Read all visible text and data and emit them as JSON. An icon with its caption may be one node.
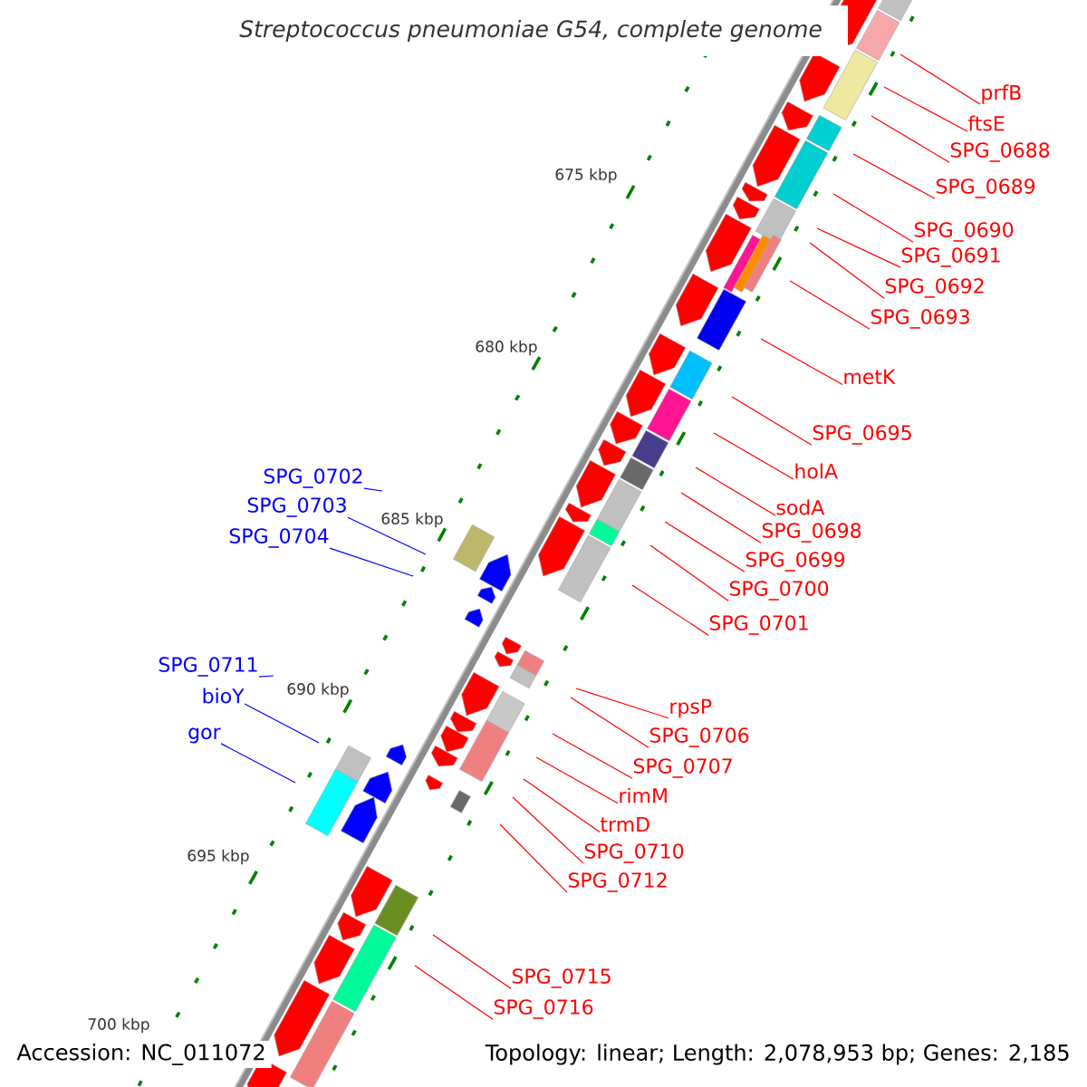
{
  "diagram": {
    "title": "Streptococcus pneumoniae G54, complete genome",
    "nodes": [
      {
        "text": [
          "prfB"
        ]
      },
      {
        "text": [
          "ftsE"
        ]
      },
      {
        "text": [
          "SPG_0688"
        ]
      },
      {
        "text": [
          "SPG_0689"
        ]
      },
      {
        "text": [
          "SPG_0690"
        ]
      },
      {
        "text": [
          "SPG_0691"
        ]
      },
      {
        "text": [
          "SPG_0692"
        ]
      },
      {
        "text": [
          "SPG_0693"
        ]
      },
      {
        "text": [
          "metK"
        ]
      },
      {
        "text": [
          "SPG_0695"
        ]
      },
      {
        "text": [
          "holA"
        ]
      },
      {
        "text": [
          "SPG_0702"
        ]
      },
      {
        "text": [
          "sodA"
        ]
      },
      {
        "text": [
          "SPG_0703"
        ]
      },
      {
        "text": [
          "SPG_0698"
        ]
      },
      {
        "text": [
          "SPG_0704"
        ]
      },
      {
        "text": [
          "SPG_0699"
        ]
      },
      {
        "text": [
          "SPG_0700"
        ]
      },
      {
        "text": [
          "SPG_0701"
        ]
      },
      {
        "text": [
          "SPG_0711"
        ]
      },
      {
        "text": [
          "bioY"
        ]
      },
      {
        "text": [
          "rpsP"
        ]
      },
      {
        "text": [
          "gor"
        ]
      },
      {
        "text": [
          "SPG_0706"
        ]
      },
      {
        "text": [
          "SPG_0707"
        ]
      },
      {
        "text": [
          "rimM"
        ]
      },
      {
        "text": [
          "trmD"
        ]
      },
      {
        "text": [
          "SPG_0710"
        ]
      },
      {
        "text": [
          "SPG_0712"
        ]
      },
      {
        "text": [
          "SPG_0715"
        ]
      },
      {
        "text": [
          "SPG_0716"
        ]
      }
    ],
    "edges": [
      {
        "from": 0,
        "to": null,
        "arrow": "none"
      },
      {
        "from": 1,
        "to": null,
        "arrow": "none"
      },
      {
        "from": 2,
        "to": null,
        "arrow": "none"
      },
      {
        "from": 3,
        "to": null,
        "arrow": "none"
      },
      {
        "from": 4,
        "to": null,
        "arrow": "none"
      },
      {
        "from": 5,
        "to": null,
        "arrow": "none"
      },
      {
        "from": 6,
        "to": null,
        "arrow": "none"
      },
      {
        "from": 7,
        "to": null,
        "arrow": "none"
      },
      {
        "from": 8,
        "to": null,
        "arrow": "none"
      },
      {
        "from": 9,
        "to": null,
        "arrow": "none"
      },
      {
        "from": 10,
        "to": null,
        "arrow": "none"
      },
      {
        "from": 11,
        "to": null,
        "arrow": "none",
        "color": "#0000ff"
      },
      {
        "from": 12,
        "to": null,
        "arrow": "none"
      },
      {
        "from": 13,
        "to": null,
        "arrow": "none",
        "color": "#0000ff"
      },
      {
        "from": 14,
        "to": null,
        "arrow": "none"
      },
      {
        "from": 15,
        "to": null,
        "arrow": "none",
        "color": "#0000ff"
      },
      {
        "from": 16,
        "to": null,
        "arrow": "none"
      },
      {
        "from": 17,
        "to": null,
        "arrow": "none"
      },
      {
        "from": 18,
        "to": null,
        "arrow": "none"
      },
      {
        "from": 19,
        "to": null,
        "arrow": "none",
        "color": "#0000ff"
      },
      {
        "from": 20,
        "to": null,
        "arrow": "none",
        "color": "#0000ff"
      },
      {
        "from": 21,
        "to": null,
        "arrow": "none"
      },
      {
        "from": 22,
        "to": null,
        "arrow": "none",
        "color": "#0000ff"
      },
      {
        "from": 23,
        "to": null,
        "arrow": "none"
      },
      {
        "from": 24,
        "to": null,
        "arrow": "none"
      },
      {
        "from": 25,
        "to": null,
        "arrow": "none"
      },
      {
        "from": 26,
        "to": null,
        "arrow": "none"
      },
      {
        "from": 27,
        "to": null,
        "arrow": "none"
      },
      {
        "from": 28,
        "to": null,
        "arrow": "none"
      },
      {
        "from": 29,
        "to": null,
        "arrow": "none"
      },
      {
        "from": 30,
        "to": null,
        "arrow": "none"
      }
    ],
    "labels": [
      "675 kbp",
      "680 kbp",
      "685 kbp",
      "690 kbp",
      "695 kbp",
      "700 kbp",
      "Accession: NC_011072",
      "Topology: linear; Length: 2,078,953 bp; Genes: 2,185"
    ]
  }
}
